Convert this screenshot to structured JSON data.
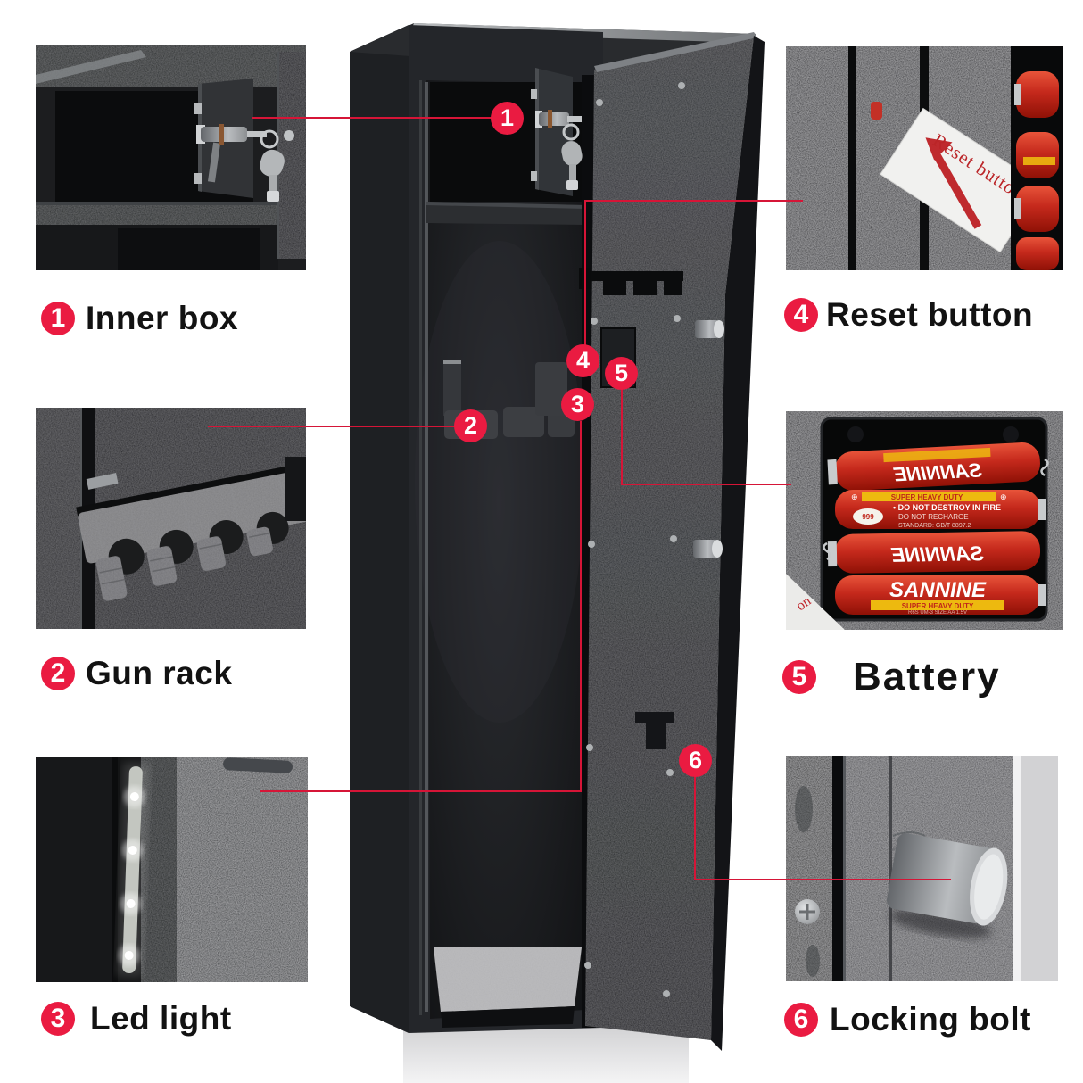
{
  "callouts": {
    "items": [
      {
        "num": "1",
        "label": "Inner box"
      },
      {
        "num": "2",
        "label": "Gun rack"
      },
      {
        "num": "3",
        "label": "Led light"
      },
      {
        "num": "4",
        "label": "Reset button"
      },
      {
        "num": "5",
        "label": "Battery"
      },
      {
        "num": "6",
        "label": "Locking bolt"
      }
    ]
  },
  "product_badges": {
    "items": [
      "1",
      "2",
      "3",
      "4",
      "5",
      "6"
    ]
  },
  "insets": {
    "reset": {
      "sticker_text": "Reset button"
    },
    "battery": {
      "brand": "SANNINE",
      "band_text": "SUPER HEAVY DUTY",
      "warning1": "• DO NOT DESTROY IN FIRE",
      "warning2": "DO NOT RECHARGE",
      "warning3": "STANDARD: GB/T 8897.2",
      "logo": "999",
      "spec": "R6S UM-3 SIZE AA 1.5V",
      "polarity": "⊕",
      "sticker_fragment": "on"
    }
  },
  "colors": {
    "badge_red": "#ea1b41",
    "connector_red": "#d61537",
    "battery_red": "#c5291c",
    "band_yellow": "#edb90f",
    "background": "#ffffff"
  }
}
